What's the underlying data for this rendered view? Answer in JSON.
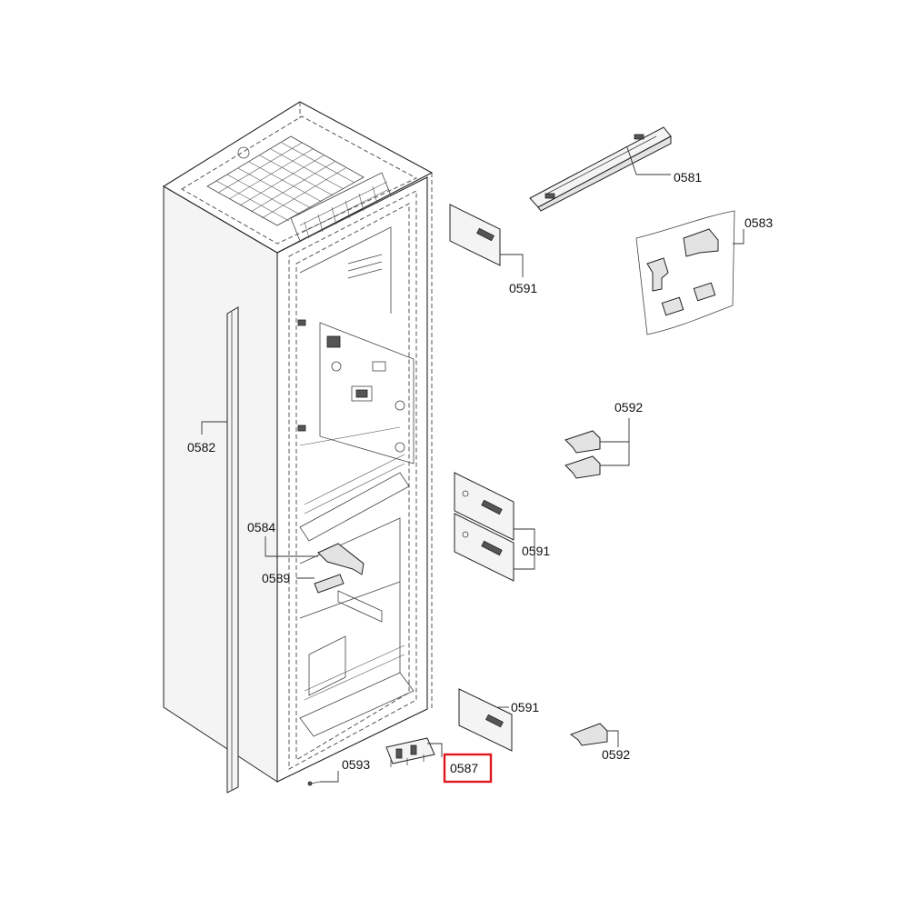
{
  "labels": {
    "p0581": "0581",
    "p0582": "0582",
    "p0583": "0583",
    "p0584": "0584",
    "p0587": "0587",
    "p0589": "0589",
    "p0591a": "0591",
    "p0591b": "0591",
    "p0591c": "0591",
    "p0592a": "0592",
    "p0592b": "0592",
    "p0593": "0593"
  },
  "highlight": {
    "part": "0587",
    "color": "#e0161e"
  }
}
